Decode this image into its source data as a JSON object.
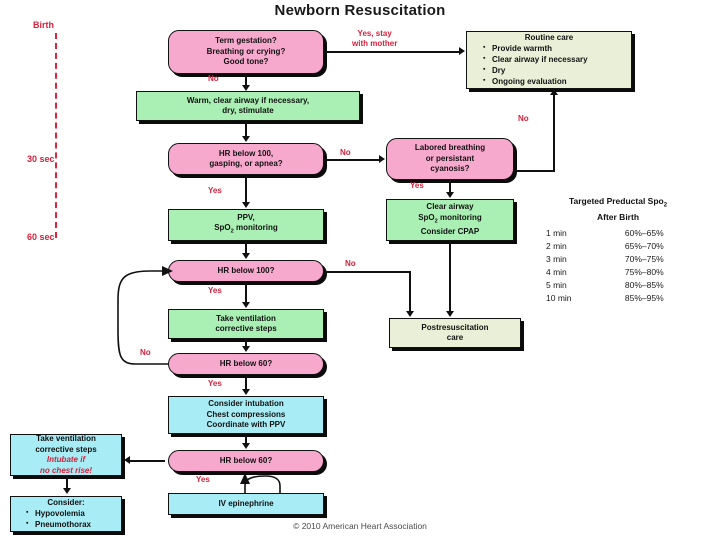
{
  "title": "Newborn Resuscitation",
  "footer": "© 2010 American Heart Association",
  "timeline": {
    "birth": "Birth",
    "t30": "30 sec",
    "t60": "60 sec"
  },
  "nodes": {
    "assessment": {
      "line1": "Term gestation?",
      "line2": "Breathing or crying?",
      "line3": "Good tone?"
    },
    "routine_care": {
      "heading": "Routine care",
      "bullets": [
        "Provide warmth",
        "Clear airway if necessary",
        "Dry",
        "Ongoing evaluation"
      ]
    },
    "warm": {
      "line1": "Warm, clear airway if necessary,",
      "line2": "dry, stimulate"
    },
    "hr100_apnea": {
      "line1": "HR below 100,",
      "line2": "gasping, or apnea?"
    },
    "labored": {
      "line1": "Labored breathing",
      "line2": "or persistant",
      "line3": "cyanosis?"
    },
    "ppv": {
      "line1": "PPV,",
      "line2": "SpO2 monitoring"
    },
    "clear_airway": {
      "line1": "Clear airway",
      "line2": "SpO2 monitoring",
      "line3": "Consider CPAP"
    },
    "hr100": {
      "line1": "HR below 100?"
    },
    "vent_steps": {
      "line1": "Take ventilation",
      "line2": "corrective steps"
    },
    "postresus": {
      "line1": "Postresuscitation",
      "line2": "care"
    },
    "hr60_a": {
      "line1": "HR below 60?"
    },
    "intubation": {
      "line1": "Consider intubation",
      "line2": "Chest compressions",
      "line3": "Coordinate with PPV"
    },
    "hr60_b": {
      "line1": "HR below 60?"
    },
    "epi": {
      "line1": "IV epinephrine"
    },
    "vent_steps_left": {
      "line1": "Take ventilation",
      "line2": "corrective steps",
      "line3": "Intubate if",
      "line4": "no chest rise!"
    },
    "consider": {
      "heading": "Consider:",
      "bullets": [
        "Hypovolemia",
        "Pneumothorax"
      ]
    }
  },
  "edge_labels": {
    "yes_stay_with_mother_1": "Yes, stay",
    "yes_stay_with_mother_2": "with mother",
    "no_1": "No",
    "no_2": "No",
    "no_3": "No",
    "no_4": "No",
    "no_5": "No",
    "yes_1": "Yes",
    "yes_2": "Yes",
    "yes_3": "Yes",
    "yes_4": "Yes",
    "yes_5": "Yes"
  },
  "spo2_table": {
    "caption_line1": "Targeted Preductal Spo",
    "caption_sub": "2",
    "caption_line2": "After Birth",
    "rows": [
      {
        "time": "1 min",
        "range": "60%–65%"
      },
      {
        "time": "2 min",
        "range": "65%–70%"
      },
      {
        "time": "3 min",
        "range": "70%–75%"
      },
      {
        "time": "4 min",
        "range": "75%–80%"
      },
      {
        "time": "5 min",
        "range": "80%–85%"
      },
      {
        "time": "10 min",
        "range": "85%–95%"
      }
    ]
  },
  "colors": {
    "pink": "#f7a8cd",
    "green": "#aaf0b4",
    "cream": "#eaf0d8",
    "blue": "#a8ecf5",
    "label_red": "#d5213c",
    "line": "#111111"
  }
}
